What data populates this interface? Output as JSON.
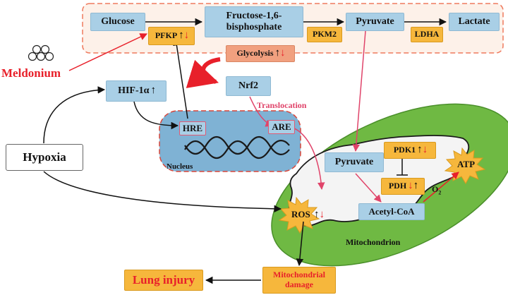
{
  "nodes": {
    "glucose": "Glucose",
    "fbp_line1": "Fructose-1,6-",
    "fbp_line2": "bisphosphate",
    "pyruvate_top": "Pyruvate",
    "lactate": "Lactate",
    "pfkp": "PFKP",
    "pkm2": "PKM2",
    "ldha": "LDHA",
    "glycolysis": "Glycolysis",
    "nrf2": "Nrf2",
    "hif": "HIF-1α",
    "hre": "HRE",
    "are": "ARE",
    "nucleus": "Nucleus",
    "hypoxia": "Hypoxia",
    "meldonium": "Meldonium",
    "translocation": "Translocation",
    "pyruvate_mito": "Pyruvate",
    "pdk1": "PDK1",
    "pdh": "PDH",
    "acetyl_coa": "Acetyl-CoA",
    "atp": "ATP",
    "o2_base": "O",
    "o2_sub": "2",
    "ros": "ROS",
    "mitochondrion": "Mitochondrion",
    "mito_damage_line1": "Mitochondrial",
    "mito_damage_line2": "damage",
    "lung_injury": "Lung injury"
  },
  "arrows": {
    "up": "↑",
    "down": "↓"
  },
  "colors": {
    "blue_box": "#a9cfe6",
    "orange_box": "#f6b73c",
    "salmon_box": "#f1a07f",
    "mito_green": "#6fb943",
    "nucleus_blue": "#7fb2d4",
    "red": "#e8202a",
    "pink_dashed": "#ef7a5e"
  }
}
